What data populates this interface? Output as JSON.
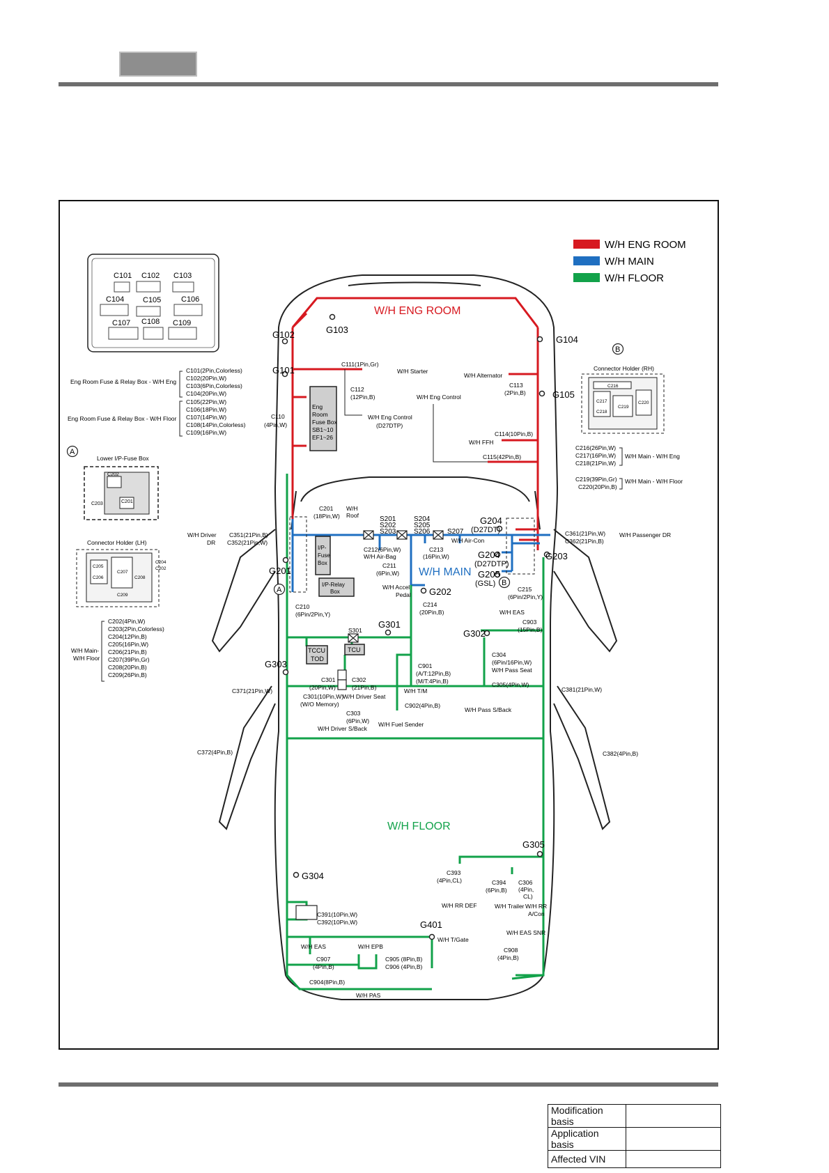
{
  "legend": [
    {
      "label": "W/H ENG ROOM",
      "color": "#d71920"
    },
    {
      "label": "W/H MAIN",
      "color": "#1f6fc1"
    },
    {
      "label": "W/H FLOOR",
      "color": "#12a24a"
    }
  ],
  "colors": {
    "eng": "#d71920",
    "main": "#1f6fc1",
    "floor": "#12a24a",
    "outline": "#222222"
  },
  "harness_titles": {
    "eng": "W/H ENG ROOM",
    "main": "W/H MAIN",
    "floor": "W/H FLOOR"
  },
  "grounds": {
    "g101": "G101",
    "g102": "G102",
    "g103": "G103",
    "g104": "G104",
    "g105": "G105",
    "g201": "G201",
    "g202": "G202",
    "g203": "G203",
    "g204": "G204",
    "g204_sub": "(D27DTP)",
    "g204b": "G204",
    "g204b_sub": "(D27DT)",
    "g205": "G205",
    "g205_sub": "(GSL)",
    "g301": "G301",
    "g302": "G302",
    "g303": "G303",
    "g304": "G304",
    "g305": "G305",
    "g401": "G401"
  },
  "markers": {
    "a": "A",
    "b": "B"
  },
  "fuse_panel": {
    "c101": "C101",
    "c102": "C102",
    "c103": "C103",
    "c104": "C104",
    "c105": "C105",
    "c106": "C106",
    "c107": "C107",
    "c108": "C108",
    "c109": "C109"
  },
  "eng_list_1": {
    "label": "Eng Room Fuse & Relay Box - W/H Eng",
    "items": [
      "C101(2Pin,Colorless)",
      "C102(20Pin,W)",
      "C103(6Pin,Colorless)",
      "C104(20Pin,W)"
    ]
  },
  "eng_list_2": {
    "label": "Eng Room Fuse & Relay Box - W/H Floor",
    "items": [
      "C105(22Pin,W)",
      "C106(18Pin,W)",
      "C107(14Pin,W)",
      "C108(14Pin,Colorless)",
      "C109(16Pin,W)"
    ]
  },
  "lower_ip": {
    "title": "Lower I/P-Fuse Box",
    "c202": "C202",
    "c201": "C201",
    "c203": "C203"
  },
  "holder_lh": {
    "title": "Connector Holder (LH)",
    "c205": "C205",
    "c206": "C206",
    "c207": "C207",
    "c208": "C208",
    "c209": "C209",
    "c204": "C204",
    "c202": "C202"
  },
  "holder_rh": {
    "title": "Connector Holder (RH)",
    "c216": "C216",
    "c217": "C217",
    "c218": "C218",
    "c219": "C219",
    "c220": "C220"
  },
  "rh_list_1": {
    "label": "W/H Main - W/H Eng",
    "items": [
      "C216(26Pin,W)",
      "C217(16Pin,W)",
      "C218(21Pin,W)"
    ]
  },
  "rh_list_2": {
    "label": "W/H Main - W/H Floor",
    "items": [
      "C219(39Pin,Gr)",
      "C220(20Pin,B)"
    ]
  },
  "main_floor_list": {
    "label_1": "W/H Main-",
    "label_2": "W/H Floor",
    "items": [
      "C202(4Pin,W)",
      "C203(2Pin,Colorless)",
      "C204(12Pin,B)",
      "C205(16Pin,W)",
      "C206(21Pin,B)",
      "C207(39Pin,Gr)",
      "C208(20Pin,B)",
      "C209(26Pin,B)"
    ]
  },
  "labels": {
    "c111": "C111(1Pin,Gr)",
    "wh_starter": "W/H Starter",
    "wh_alternator": "W/H Alternator",
    "c112_1": "C112",
    "c112_2": "(12Pin,B)",
    "c113_1": "C113",
    "c113_2": "(2Pin,B)",
    "wh_eng_control": "W/H Eng Control",
    "wh_eng_control2_1": "W/H Eng Control",
    "wh_eng_control2_2": "(D27DTP)",
    "c110_1": "C110",
    "c110_2": "(4Pin,W)",
    "erfb_1": "Eng",
    "erfb_2": "Room",
    "erfb_3": "Fuse Box",
    "erfb_4": "SB1~10",
    "erfb_5": "EF1~26",
    "c114": "C114(10Pin,B)",
    "wh_ffh": "W/H FFH",
    "c115": "C115(42Pin,B)",
    "c201_1": "C201",
    "c201_2": "(18Pin,W)",
    "wh_roof_1": "W/H",
    "wh_roof_2": "Roof",
    "s201": "S201",
    "s202": "S202",
    "s203": "S203",
    "s204": "S204",
    "s205": "S205",
    "s206": "S206",
    "s207": "S207",
    "wh_driver_dr_1": "W/H Driver",
    "wh_driver_dr_2": "DR",
    "c351": "C351(21Pin,B)",
    "c352": "C352(21Pin,W)",
    "c361": "C361(21Pin,W)",
    "c362": "C362(21Pin,B)",
    "wh_pass_dr": "W/H Passenger DR",
    "c212_1": "C212(6Pin,W)",
    "c212_2": "W/H Air-Bag",
    "c213_1": "C213",
    "c213_2": "(16Pin,W)",
    "wh_aircon": "W/H Air-Con",
    "c211_1": "C211",
    "c211_2": "(6Pin,W)",
    "wh_accel_1": "W/H Accel",
    "wh_accel_2": "Pedal",
    "ip_fuse_1": "I/P-",
    "ip_fuse_2": "Fuse",
    "ip_fuse_3": "Box",
    "ip_relay_1": "I/P-Relay",
    "ip_relay_2": "Box",
    "c210_1": "C210",
    "c210_2": "(6Pin/2Pin,Y)",
    "c214_1": "C214",
    "c214_2": "(20Pin,B)",
    "c215_1": "C215",
    "c215_2": "(6Pin/2Pin,Y)",
    "wh_eas_1": "W/H EAS",
    "c903_1": "C903",
    "c903_2": "(15Pin,B)",
    "s301": "S301",
    "tccu": "TCCU",
    "tod": "TOD",
    "tcu": "TCU",
    "c301_1": "C301",
    "c301_2": "(20Pin,W)",
    "c301b_1": "C301(10Pin,W)",
    "c301b_2": "(W/O Memory)",
    "c302_1": "C302",
    "c302_2": "(21Pin,B)",
    "wh_driver_seat": "W/H Driver Seat",
    "c303_1": "C303",
    "c303_2": "(6Pin,W)",
    "wh_driver_sback": "W/H Driver S/Back",
    "c901_1": "C901",
    "c901_2": "(A/T:12Pin,B)",
    "c901_3": "(M/T:4Pin,B)",
    "wh_tm": "W/H T/M",
    "c902": "C902(4Pin,B)",
    "wh_fuel": "W/H Fuel Sender",
    "c304_1": "C304",
    "c304_2": "(6Pin/16Pin,W)",
    "c304_3": "W/H Pass Seat",
    "c305": "C305(4Pin,W)",
    "wh_pass_sback": "W/H Pass S/Back",
    "c371": "C371(21Pin,W)",
    "c372": "C372(4Pin,B)",
    "c381": "C381(21Pin,W)",
    "c382": "C382(4Pin,B)",
    "c391": "C391(10Pin,W)",
    "c392": "C392(10Pin,W)",
    "wh_tgate": "W/H T/Gate",
    "c393_1": "C393",
    "c393_2": "(4Pin,CL)",
    "wh_rr_def": "W/H RR DEF",
    "c394_1": "C394",
    "c394_2": "(6Pin,B)",
    "c306_1": "C306",
    "c306_2": "(4Pin,",
    "c306_3": "CL)",
    "wh_trailer": "W/H Trailer",
    "wh_rr_acon_1": "W/H RR",
    "wh_rr_acon_2": "A/Con",
    "wh_eas_snr": "W/H EAS SNR",
    "c908_1": "C908",
    "c908_2": "(4Pin,B)",
    "wh_eas_2": "W/H EAS",
    "wh_epb": "W/H EPB",
    "c907_1": "C907",
    "c907_2": "(4Pin,B)",
    "c905": "C905 (8Pin,B)",
    "c906": "C906 (4Pin,B)",
    "c904": "C904(8Pin,B)",
    "wh_pas": "W/H PAS"
  },
  "info_table": [
    {
      "label": "Modification basis",
      "value": ""
    },
    {
      "label": "Application basis",
      "value": ""
    },
    {
      "label": "Affected VIN",
      "value": ""
    }
  ]
}
